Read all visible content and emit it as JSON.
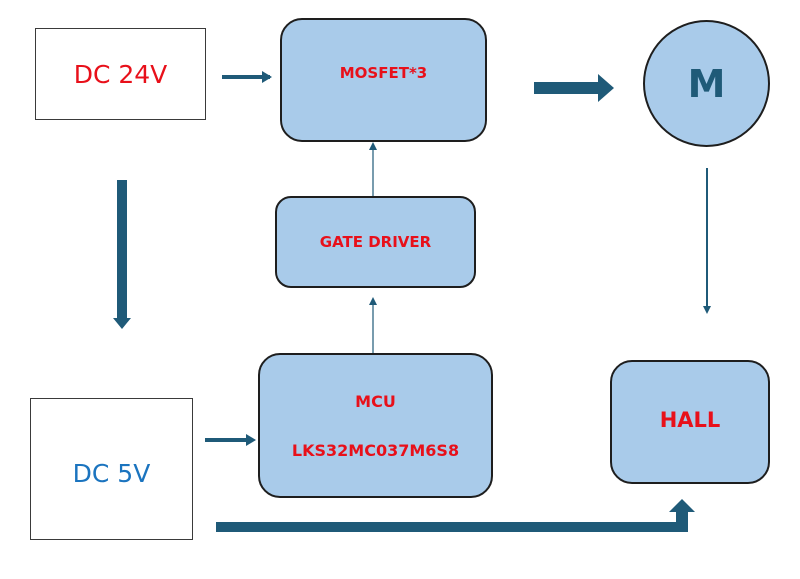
{
  "blocks": {
    "dc24v": "DC 24V",
    "dc5v": "DC 5V",
    "mosfet": "MOSFET*3",
    "gate_driver": "GATE DRIVER",
    "mcu_title": "MCU",
    "mcu_part": "LKS32MC037M6S8",
    "motor": "M",
    "hall": "HALL"
  },
  "colors": {
    "block_fill": "#a9cbea",
    "arrow": "#1f5a78",
    "label_red": "#e8101a",
    "label_blue": "#1b74bf",
    "motor_label": "#1f5a78"
  }
}
